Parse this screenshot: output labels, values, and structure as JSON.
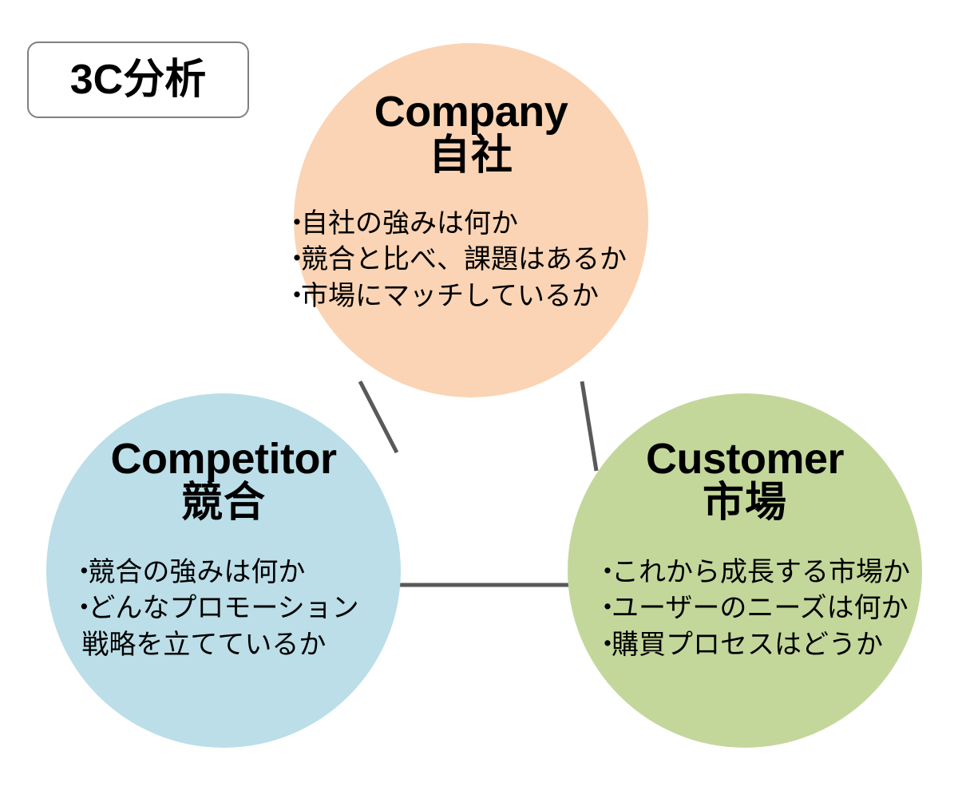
{
  "diagram": {
    "title": "3C分析",
    "framework": "3C Analysis",
    "colors": {
      "company": "#fad4b4",
      "competitor": "#bbdee8",
      "customer": "#c4d79b",
      "connector": "#595959",
      "badge_border": "#808080",
      "text": "#000000",
      "background": "#ffffff"
    },
    "nodes": [
      {
        "id": "company",
        "heading_en": "Company",
        "heading_ja": "自社",
        "bullets": [
          {
            "marker": "・",
            "text": "自社の強みは何か",
            "continuation": false
          },
          {
            "marker": "・",
            "text": "競合と比べ、課題はあるか",
            "continuation": false
          },
          {
            "marker": "・",
            "text": "市場にマッチしているか",
            "continuation": false
          }
        ]
      },
      {
        "id": "competitor",
        "heading_en": "Competitor",
        "heading_ja": "競合",
        "bullets": [
          {
            "marker": "・",
            "text": "競合の強みは何か",
            "continuation": false
          },
          {
            "marker": "・",
            "text": "どんなプロモーション",
            "continuation": false
          },
          {
            "marker": "・",
            "text": "戦略を立てているか",
            "continuation": true
          }
        ]
      },
      {
        "id": "customer",
        "heading_en": "Customer",
        "heading_ja": "市場",
        "bullets": [
          {
            "marker": "・",
            "text": "これから成長する市場か",
            "continuation": false
          },
          {
            "marker": "・",
            "text": "ユーザーのニーズは何か",
            "continuation": false
          },
          {
            "marker": "・",
            "text": "購買プロセスはどうか",
            "continuation": false
          }
        ]
      }
    ],
    "connectors": [
      {
        "from": "company",
        "to": "competitor"
      },
      {
        "from": "company",
        "to": "customer"
      },
      {
        "from": "competitor",
        "to": "customer"
      }
    ]
  }
}
